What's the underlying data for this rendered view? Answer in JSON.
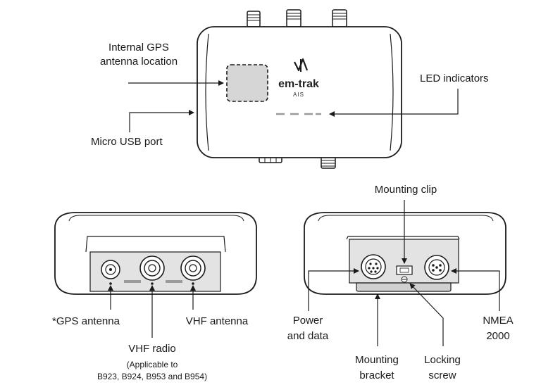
{
  "device": {
    "logo_text": "em-trak",
    "logo_sub": "AIS"
  },
  "labels": {
    "gps_antenna_location": [
      "Internal GPS",
      "antenna location"
    ],
    "led_indicators": "LED indicators",
    "micro_usb_port": "Micro USB port",
    "mounting_clip": "Mounting clip",
    "gps_antenna": "*GPS antenna",
    "vhf_antenna": "VHF antenna",
    "vhf_radio": "VHF radio",
    "applicable_note": [
      "(Applicable to",
      "B923, B924, B953 and B954)"
    ],
    "power_and_data": [
      "Power",
      "and data"
    ],
    "nmea_2000": [
      "NMEA",
      "2000"
    ],
    "mounting_bracket": [
      "Mounting",
      "bracket"
    ],
    "locking_screw": [
      "Locking",
      "screw"
    ]
  },
  "colors": {
    "line": "#1a1a1a",
    "panel_gray": "#e3e3e3",
    "gps_box": "#d6d6d6",
    "led_dash": "#9a9a9a"
  }
}
